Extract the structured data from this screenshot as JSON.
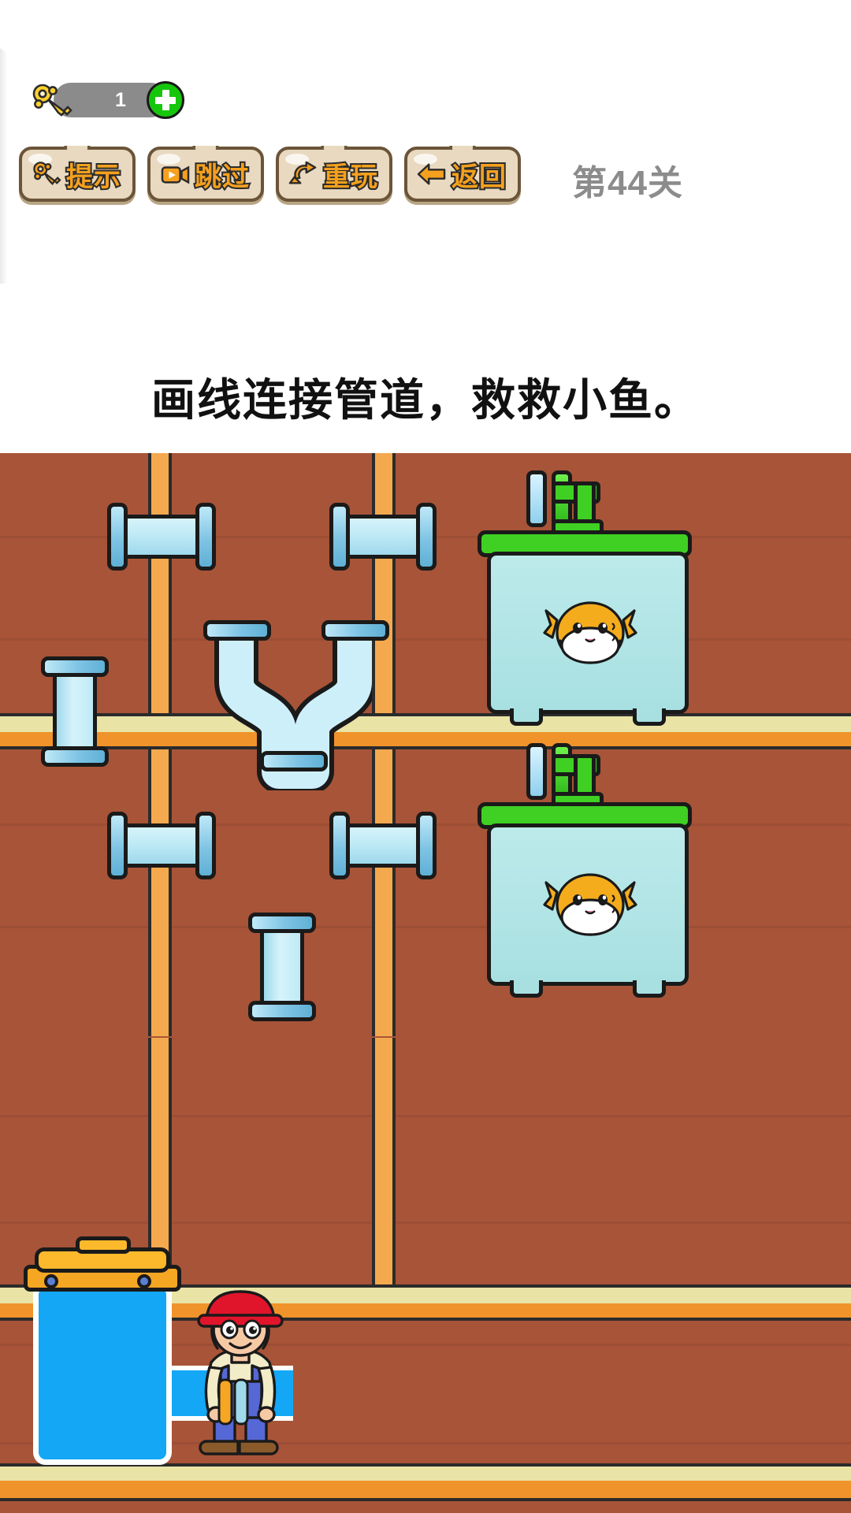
{
  "header": {
    "key_count": "1",
    "key_icon": "key-icon",
    "add_icon": "plus-icon",
    "level_text": "第44关"
  },
  "buttons": [
    {
      "label": "提示",
      "icon": "key-icon",
      "name": "hint-button"
    },
    {
      "label": "跳过",
      "icon": "video-icon",
      "name": "skip-button"
    },
    {
      "label": "重玩",
      "icon": "replay-icon",
      "name": "replay-button"
    },
    {
      "label": "返回",
      "icon": "back-arrow-icon",
      "name": "back-button"
    }
  ],
  "instruction": "画线连接管道，救救小鱼。",
  "board": {
    "wall_color": "#a85438",
    "shelf_color": "#e9e4a6",
    "post_color": "#f5a94e",
    "pipe_color": "#bfeaf6",
    "tank_water_color": "#a8e0e2",
    "tank_lid_color": "#3fd023",
    "water_color": "#13a7f5",
    "fish_body_color": "#f5ac1c",
    "fish_belly_color": "#ffffff",
    "helmet_color": "#e0152b",
    "overalls_color": "#5568d6",
    "machine_lid_color": "#f5a623",
    "fish_count": "2",
    "tank_count": "2",
    "pipe_pieces": "9"
  }
}
